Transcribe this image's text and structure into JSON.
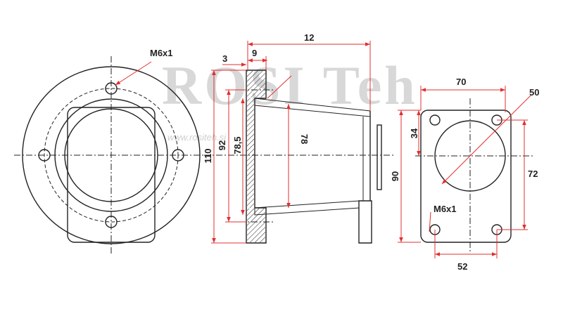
{
  "watermark": {
    "brand_text": "ROSI Teh",
    "url_text": "www.rositeh.si"
  },
  "left_view": {
    "thread_label": "M6x1"
  },
  "side_view": {
    "dim_total_length": "12",
    "dim_flange_thickness": "3",
    "dim_step": "9",
    "dim_outer_diameter": "110",
    "dim_bolt_circle": "92",
    "dim_inner_diameter": "78,5",
    "dim_bore": "78"
  },
  "right_view": {
    "dim_width": "70",
    "dim_bore_diameter": "50",
    "dim_offset": "34",
    "dim_height": "90",
    "dim_hole_spacing_v": "72",
    "dim_hole_spacing_h": "52",
    "thread_label": "M6x1"
  },
  "colors": {
    "dimension_lines": "#e03030",
    "outline": "#222222",
    "watermark": "#d8d8d8"
  }
}
